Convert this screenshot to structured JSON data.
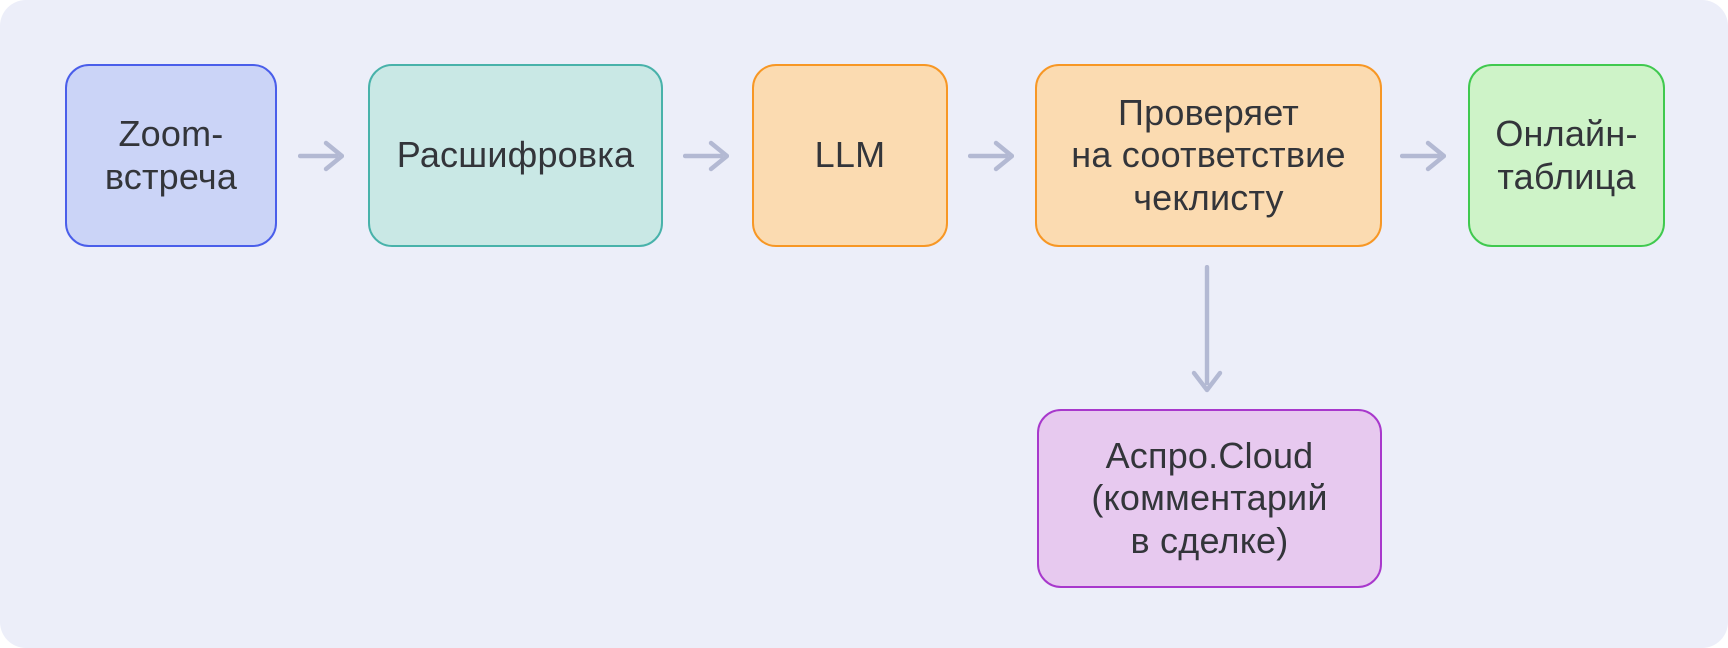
{
  "canvas": {
    "background": "#ECEEF9",
    "page_background": "#FFFFFF"
  },
  "diagram": {
    "type": "flowchart",
    "direction": "left-to-right",
    "text_color": "#33353A",
    "arrow_color": "#B3B9D3",
    "nodes": [
      {
        "id": "zoom-meeting",
        "label": "Zoom-\nвстреча",
        "fill": "#CBD4F7",
        "border": "#4A5EEA"
      },
      {
        "id": "transcription",
        "label": "Расшифровка",
        "fill": "#C9E8E5",
        "border": "#48B2AA"
      },
      {
        "id": "llm",
        "label": "LLM",
        "fill": "#FBDBB1",
        "border": "#F79725"
      },
      {
        "id": "checklist-check",
        "label": "Проверяет\nна соответствие\nчеклисту",
        "fill": "#FBDBB1",
        "border": "#F79725"
      },
      {
        "id": "online-table",
        "label": "Онлайн-\nтаблица",
        "fill": "#CEF3C8",
        "border": "#40C94F"
      },
      {
        "id": "aspro-cloud",
        "label": "Аспро.Cloud\n(комментарий\nв сделке)",
        "fill": "#E7C9EF",
        "border": "#A838CC"
      }
    ],
    "edges": [
      {
        "from": "zoom-meeting",
        "to": "transcription",
        "direction": "right"
      },
      {
        "from": "transcription",
        "to": "llm",
        "direction": "right"
      },
      {
        "from": "llm",
        "to": "checklist-check",
        "direction": "right"
      },
      {
        "from": "checklist-check",
        "to": "online-table",
        "direction": "right"
      },
      {
        "from": "checklist-check",
        "to": "aspro-cloud",
        "direction": "down"
      }
    ]
  }
}
